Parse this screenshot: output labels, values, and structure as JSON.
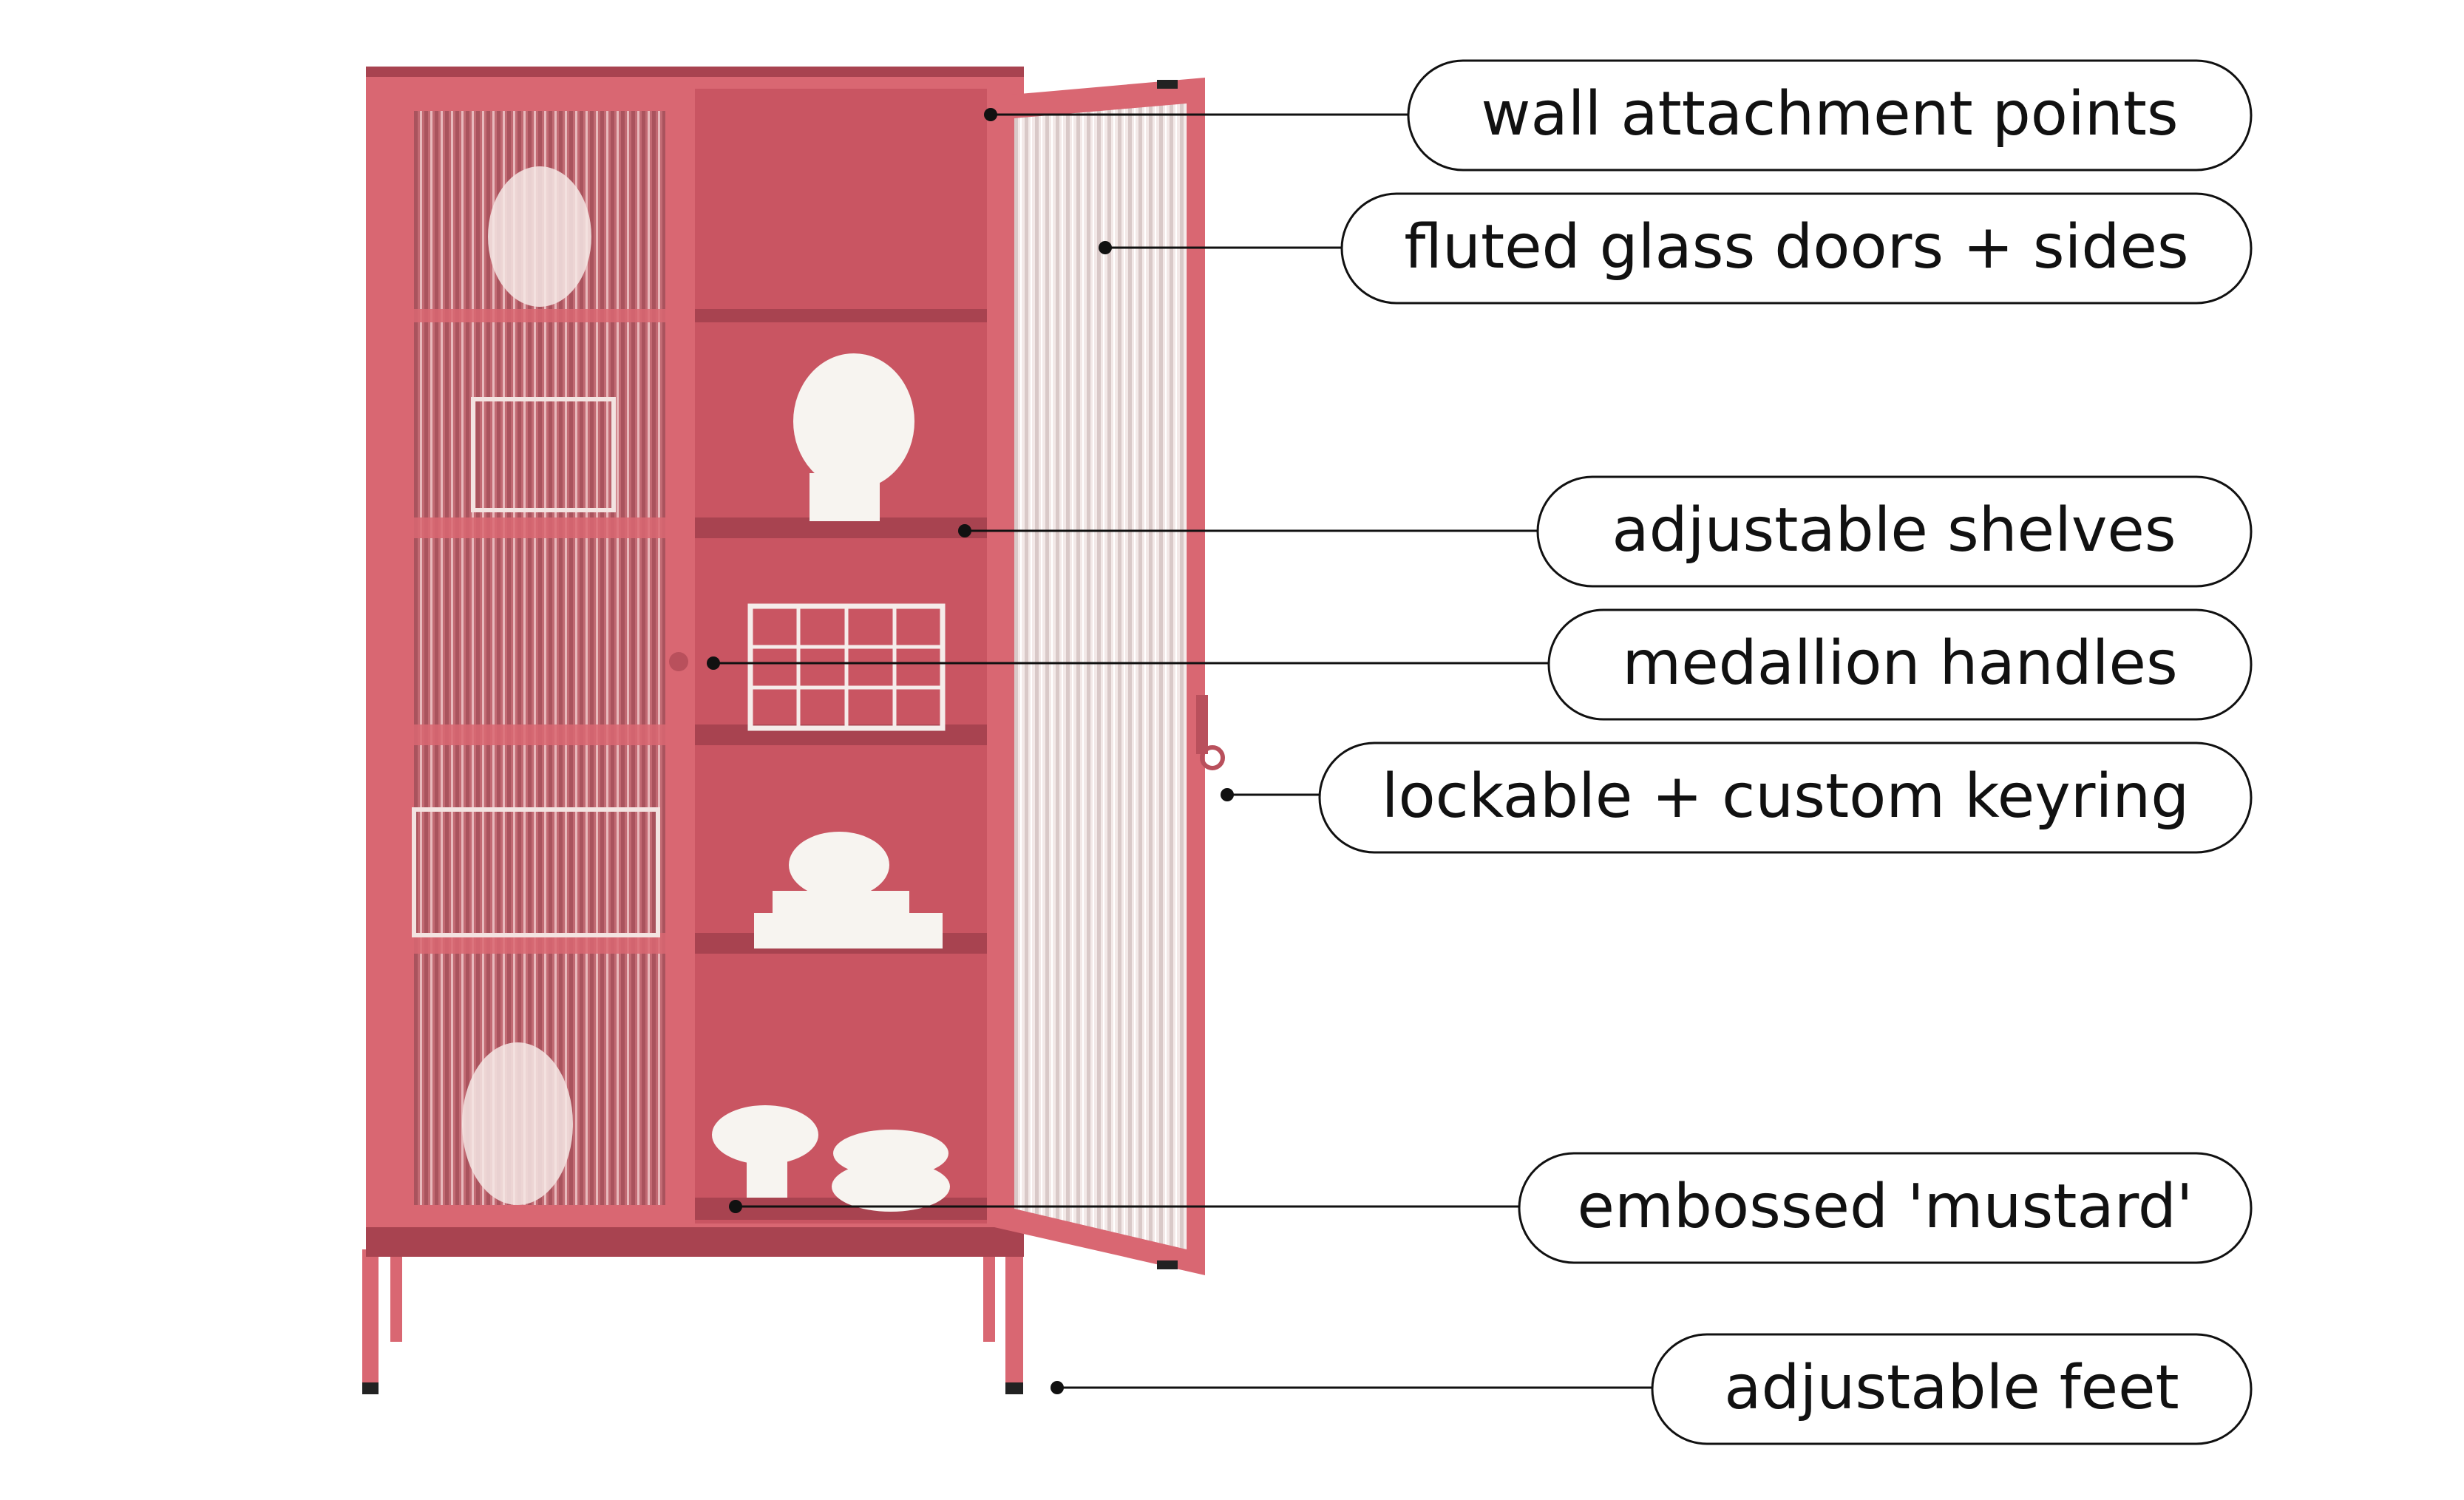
{
  "product": {
    "body_color": "#d96772",
    "interior_color": "#c95562",
    "shadow_color": "#a84350",
    "glass_color": "#f1e6e6",
    "object_color": "#f7f4f0"
  },
  "callouts": [
    {
      "id": "wall-attachment-points",
      "label": "wall attachment points"
    },
    {
      "id": "fluted-glass-doors",
      "label": "fluted glass doors + sides"
    },
    {
      "id": "adjustable-shelves",
      "label": "adjustable shelves"
    },
    {
      "id": "medallion-handles",
      "label": "medallion handles"
    },
    {
      "id": "lockable-keyring",
      "label": "lockable + custom keyring"
    },
    {
      "id": "embossed-mustard",
      "label": "embossed 'mustard'"
    },
    {
      "id": "adjustable-feet",
      "label": "adjustable feet"
    }
  ]
}
